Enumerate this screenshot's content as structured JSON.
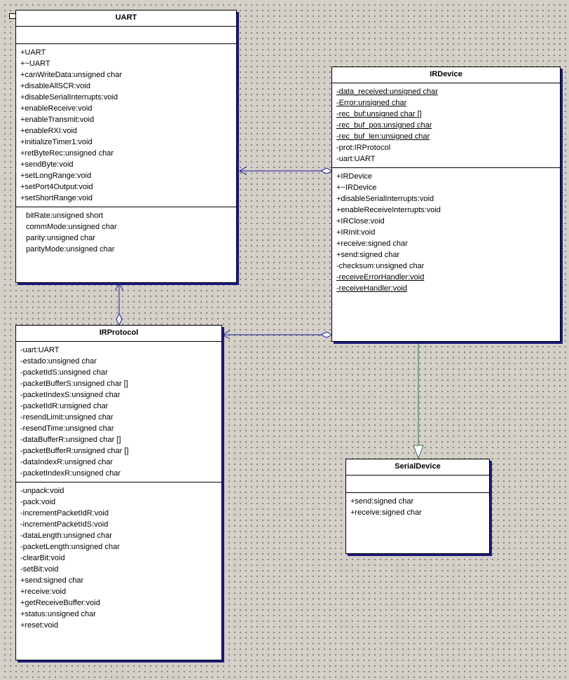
{
  "classes": {
    "uart": {
      "name": "UART",
      "methods": [
        "+UART",
        "+~UART",
        "+canWriteData:unsigned char",
        "+disableAllSCR:void",
        "+disableSerialInterrupts:void",
        "+enableReceive:void",
        "+enableTransmit:void",
        "+enableRXI:void",
        "+initializeTimer1:void",
        "+retByteRec:unsigned char",
        "+sendByte:void",
        "+setLongRange:void",
        "+setPort4Output:void",
        "+setShortRange:void"
      ],
      "attributes": [
        "bitRate:unsigned short",
        "commMode:unsigned char",
        "parity:unsigned char",
        "parityMode:unsigned char"
      ]
    },
    "irdevice": {
      "name": "IRDevice",
      "attributes": [
        "-data_received:unsigned char",
        "-Error:unsigned char",
        "-rec_buf:unsigned char []",
        "-rec_buf_pos:unsigned char",
        "-rec_buf_len:unsigned char",
        "-prot:IRProtocol",
        "-uart:UART"
      ],
      "methods": [
        "+IRDevice",
        "+~IRDevice",
        "+disableSerialInterrupts:void",
        "+enableReceiveInterrupts:void",
        "+IRClose:void",
        "+IRInit:void",
        "+receive:signed char",
        "+send:signed char",
        "-checksum:unsigned char",
        "-receiveErrorHandler:void",
        "-receiveHandler:void"
      ]
    },
    "irprotocol": {
      "name": "IRProtocol",
      "attributes": [
        "-uart:UART",
        "-estado:unsigned char",
        "-packetIdS:unsigned char",
        "-packetBufferS:unsigned char []",
        "-packetIndexS:unsigned char",
        "-packetIdR:unsigned char",
        "-resendLimit:unsigned char",
        "-resendTime:unsigned char",
        "-dataBufferR:unsigned char []",
        "-packetBufferR:unsigned char []",
        "-dataIndexR:unsigned char",
        "-packetIndexR:unsigned char"
      ],
      "methods": [
        "-unpack:void",
        "-pack:void",
        "-incrementPacketIdR:void",
        "-incrementPacketIdS:void",
        "-dataLength:unsigned char",
        "-packetLength:unsigned char",
        "-clearBit:void",
        "-setBit:void",
        "+send:signed char",
        "+receive:void",
        "+getReceiveBuffer:void",
        "+status:unsigned char",
        "+reset:void"
      ]
    },
    "serialdevice": {
      "name": "SerialDevice",
      "attributes": [],
      "methods": [
        "+send:signed char",
        "+receive:signed char"
      ]
    }
  },
  "colors": {
    "connector": "#1a1aa0",
    "generalization": "#2f6f55",
    "shadow": "#1a1a80"
  }
}
